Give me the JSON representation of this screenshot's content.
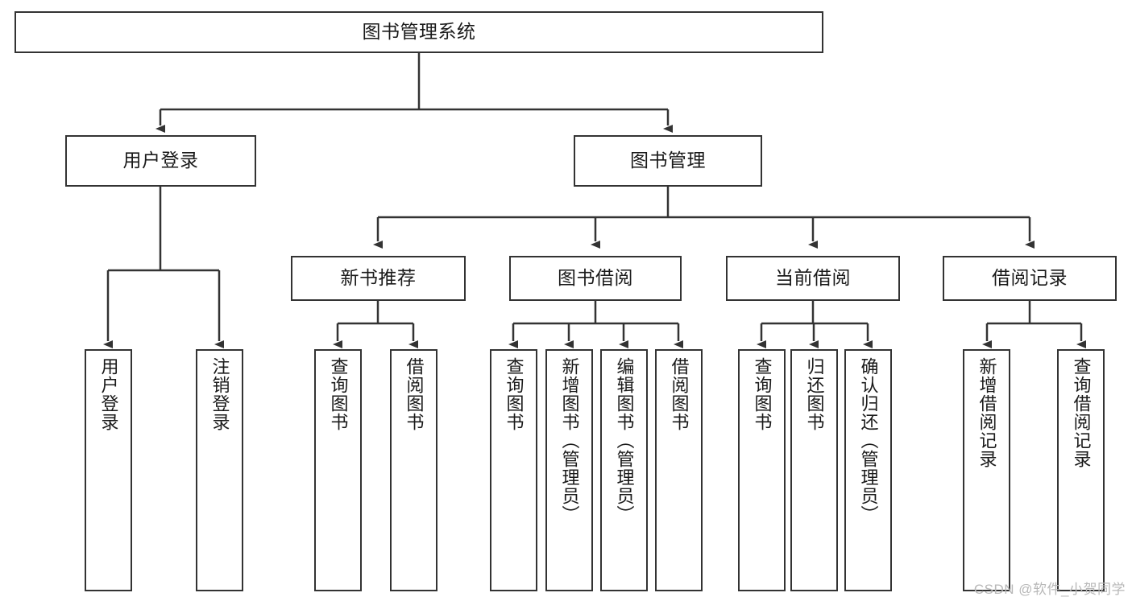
{
  "diagram": {
    "title": "图书管理系统",
    "watermark": "CSDN @软件_小贺同学",
    "stroke_color": "#333333",
    "background_color": "#ffffff",
    "text_color": "#1a1a1a",
    "type": "tree-diagram",
    "nodes": {
      "root": "图书管理系统",
      "level2": {
        "user_login": "用户登录",
        "book_manage": "图书管理"
      },
      "level3": {
        "new_book_recommend": "新书推荐",
        "book_borrow": "图书借阅",
        "current_borrow": "当前借阅",
        "borrow_record": "借阅记录"
      },
      "leaves": {
        "user_login_children": [
          "用户登录",
          "注销登录"
        ],
        "new_book_recommend_children": [
          "查询图书",
          "借阅图书"
        ],
        "book_borrow_children": [
          "查询图书",
          "新增图书（管理员）",
          "编辑图书（管理员）",
          "借阅图书"
        ],
        "current_borrow_children": [
          "查询图书",
          "归还图书",
          "确认归还（管理员）"
        ],
        "borrow_record_children": [
          "新增借阅记录",
          "查询借阅记录"
        ]
      }
    }
  }
}
